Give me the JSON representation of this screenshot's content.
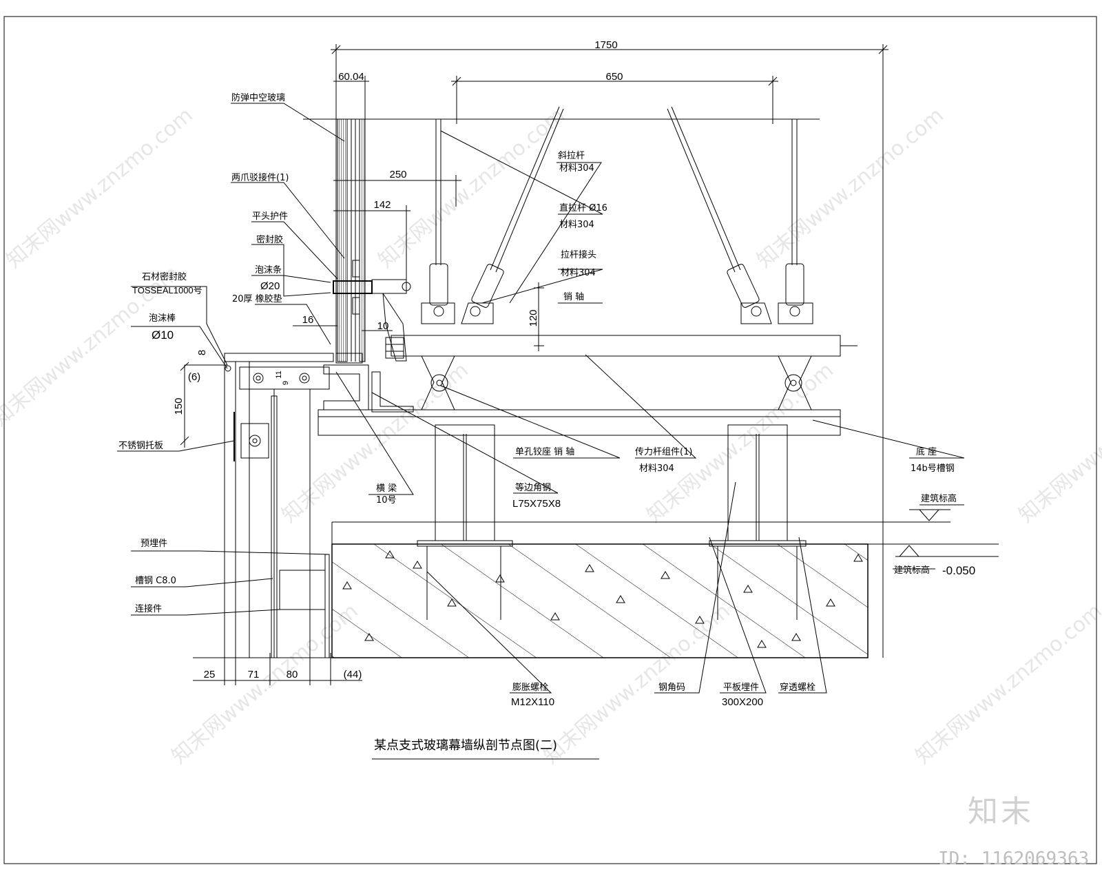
{
  "title": "某点支式玻璃幕墙纵剖节点图(二)",
  "brand": {
    "logo_text": "知末",
    "id_text": "ID: 1162069363",
    "watermark_text": "知末网www.znzmo.com"
  },
  "dims": {
    "overall": "1750",
    "span": "650",
    "glass": "60.04",
    "d250": "250",
    "d142": "142",
    "d120": "120",
    "d16": "16",
    "d10": "10",
    "d8": "8",
    "d6": "(6)",
    "d150": "150",
    "d11": "11",
    "d9": "9",
    "b25": "25",
    "b71": "71",
    "b80": "80",
    "b44": "(44)"
  },
  "labels": {
    "glass": "防弹中空玻璃",
    "claw": "两爪驳接件(1)",
    "flat_head": "平头护件",
    "sealant": "密封胶",
    "foam_strip": "泡沫条",
    "foam_strip_size": "Ø20",
    "rubber_pad": "20厚 橡胶垫",
    "stone_sealant": "石材密封胶",
    "stone_sealant_spec": "TOSSEAL1000号",
    "foam_rod": "泡沫棒",
    "foam_rod_size": "Ø10",
    "ss_plate": "不锈钢托板",
    "embed": "预埋件",
    "channel": "槽钢 C8.0",
    "connector": "连接件",
    "diag_rod": "斜拉杆",
    "diag_rod_mat": "材料304",
    "straight_rod": "直拉杆 Ø16",
    "straight_rod_mat": "材料304",
    "rod_joint": "拉杆接头",
    "rod_joint_mat": "材料304",
    "pin": "销 轴",
    "single_hinge": "单孔铰座  销 轴",
    "truss_assembly": "传力杆组件(1)",
    "truss_mat": "材料304",
    "beam": "横 梁",
    "beam_size": "10号",
    "angle": "等边角钢",
    "angle_size": "L75X75X8",
    "base": "底 座",
    "base_size": "14b号槽钢",
    "level_top": "建筑标高",
    "level_bottom": "建筑标高",
    "level_value": "-0.050",
    "anchor_bolt": "膨胀螺栓",
    "anchor_bolt_size": "M12X110",
    "steel_angle": "钢角码",
    "flat_embed": "平板埋件",
    "flat_embed_size": "300X200",
    "through_bolt": "穿透螺栓"
  }
}
